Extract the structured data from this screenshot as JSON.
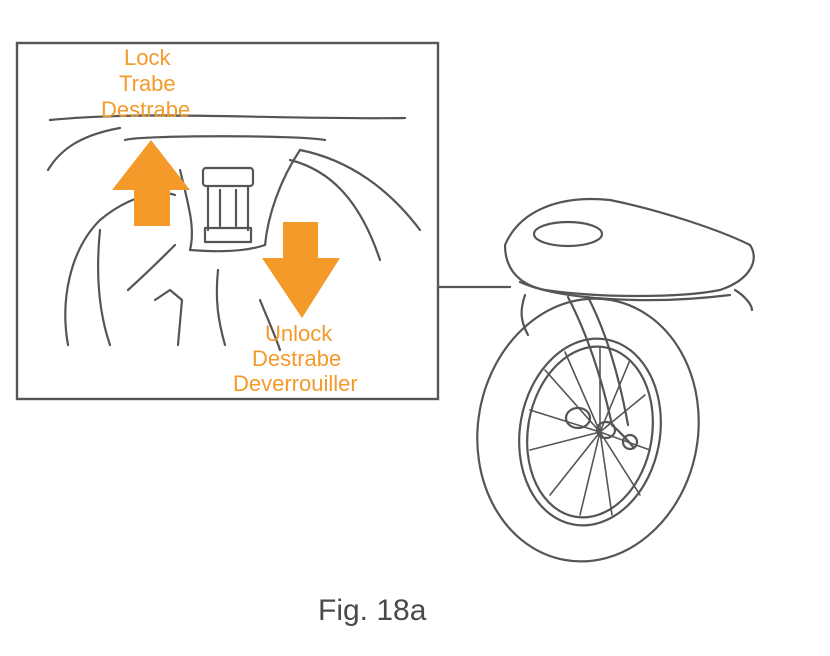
{
  "figure": {
    "caption": "Fig. 18a"
  },
  "inset": {
    "lock_labels": [
      "Lock",
      "Trabe",
      "Destrabe"
    ],
    "unlock_labels": [
      "Unlock",
      "Destrabe",
      "Deverrouiller"
    ]
  },
  "colors": {
    "accent": "#F39A2B",
    "line": "#555555",
    "caption": "#4a4a4a",
    "background": "#ffffff"
  },
  "icons": {
    "up_arrow": "up-arrow-icon",
    "down_arrow": "down-arrow-icon"
  }
}
